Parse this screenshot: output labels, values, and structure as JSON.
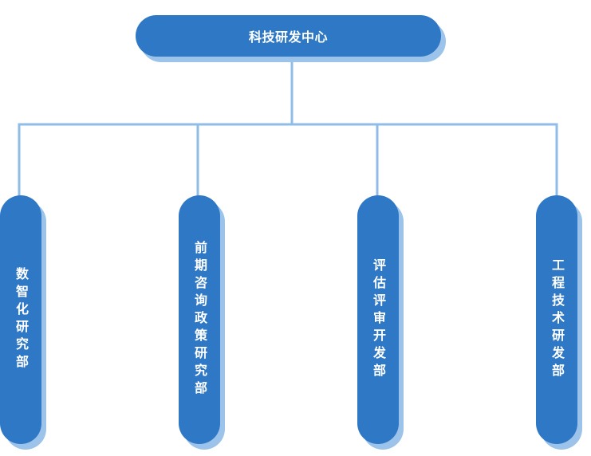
{
  "org_chart": {
    "root": {
      "label": "科技研发中心"
    },
    "departments": [
      {
        "label": "数智化研究部"
      },
      {
        "label": "前期咨询政策研究部"
      },
      {
        "label": "评估评审开发部"
      },
      {
        "label": "工程技术研发部"
      }
    ]
  },
  "colors": {
    "node_fill": "#2e78c5",
    "node_shadow": "#9cc3ea",
    "connector": "#8fbde8",
    "text": "#ffffff"
  }
}
